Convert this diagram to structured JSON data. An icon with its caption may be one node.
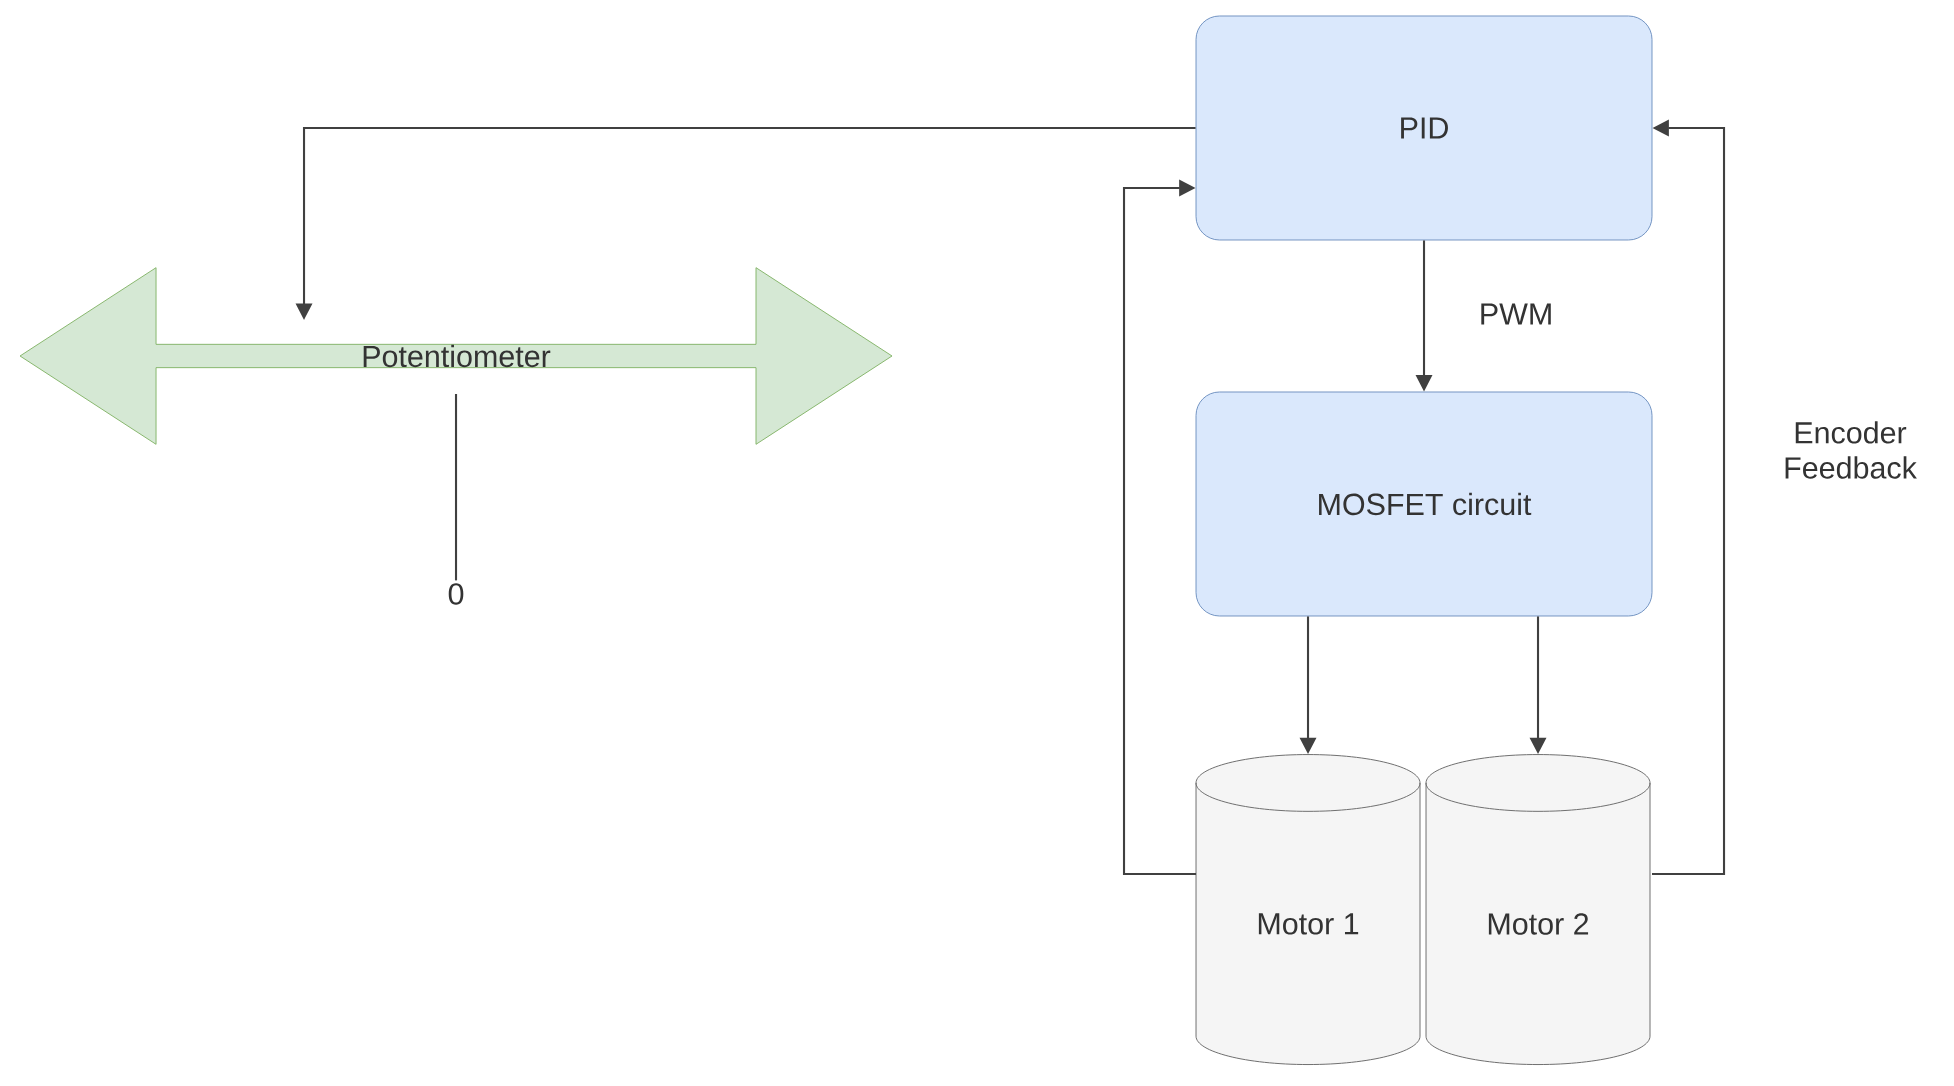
{
  "diagram": {
    "nodes": [
      {
        "text": [
          "PID"
        ]
      },
      {
        "text": [
          "Potentiometer"
        ]
      },
      {
        "text": [
          "MOSFET circuit"
        ]
      },
      {
        "text": [
          "Motor 1"
        ]
      },
      {
        "text": [
          "Motor 2"
        ]
      },
      {
        "text": [
          "0"
        ]
      }
    ],
    "edges": [
      {
        "from": 0,
        "to": 1,
        "arrow": "to"
      },
      {
        "from": 0,
        "to": 2,
        "arrow": "to",
        "label": "PWM"
      },
      {
        "from": 2,
        "to": 3,
        "arrow": "to"
      },
      {
        "from": 2,
        "to": 4,
        "arrow": "to"
      },
      {
        "from": 3,
        "to": 0,
        "arrow": "to"
      },
      {
        "from": 4,
        "to": 0,
        "arrow": "to",
        "label": "Encoder Feedback"
      },
      {
        "from": 1,
        "to": 5,
        "arrow": "none"
      }
    ]
  }
}
